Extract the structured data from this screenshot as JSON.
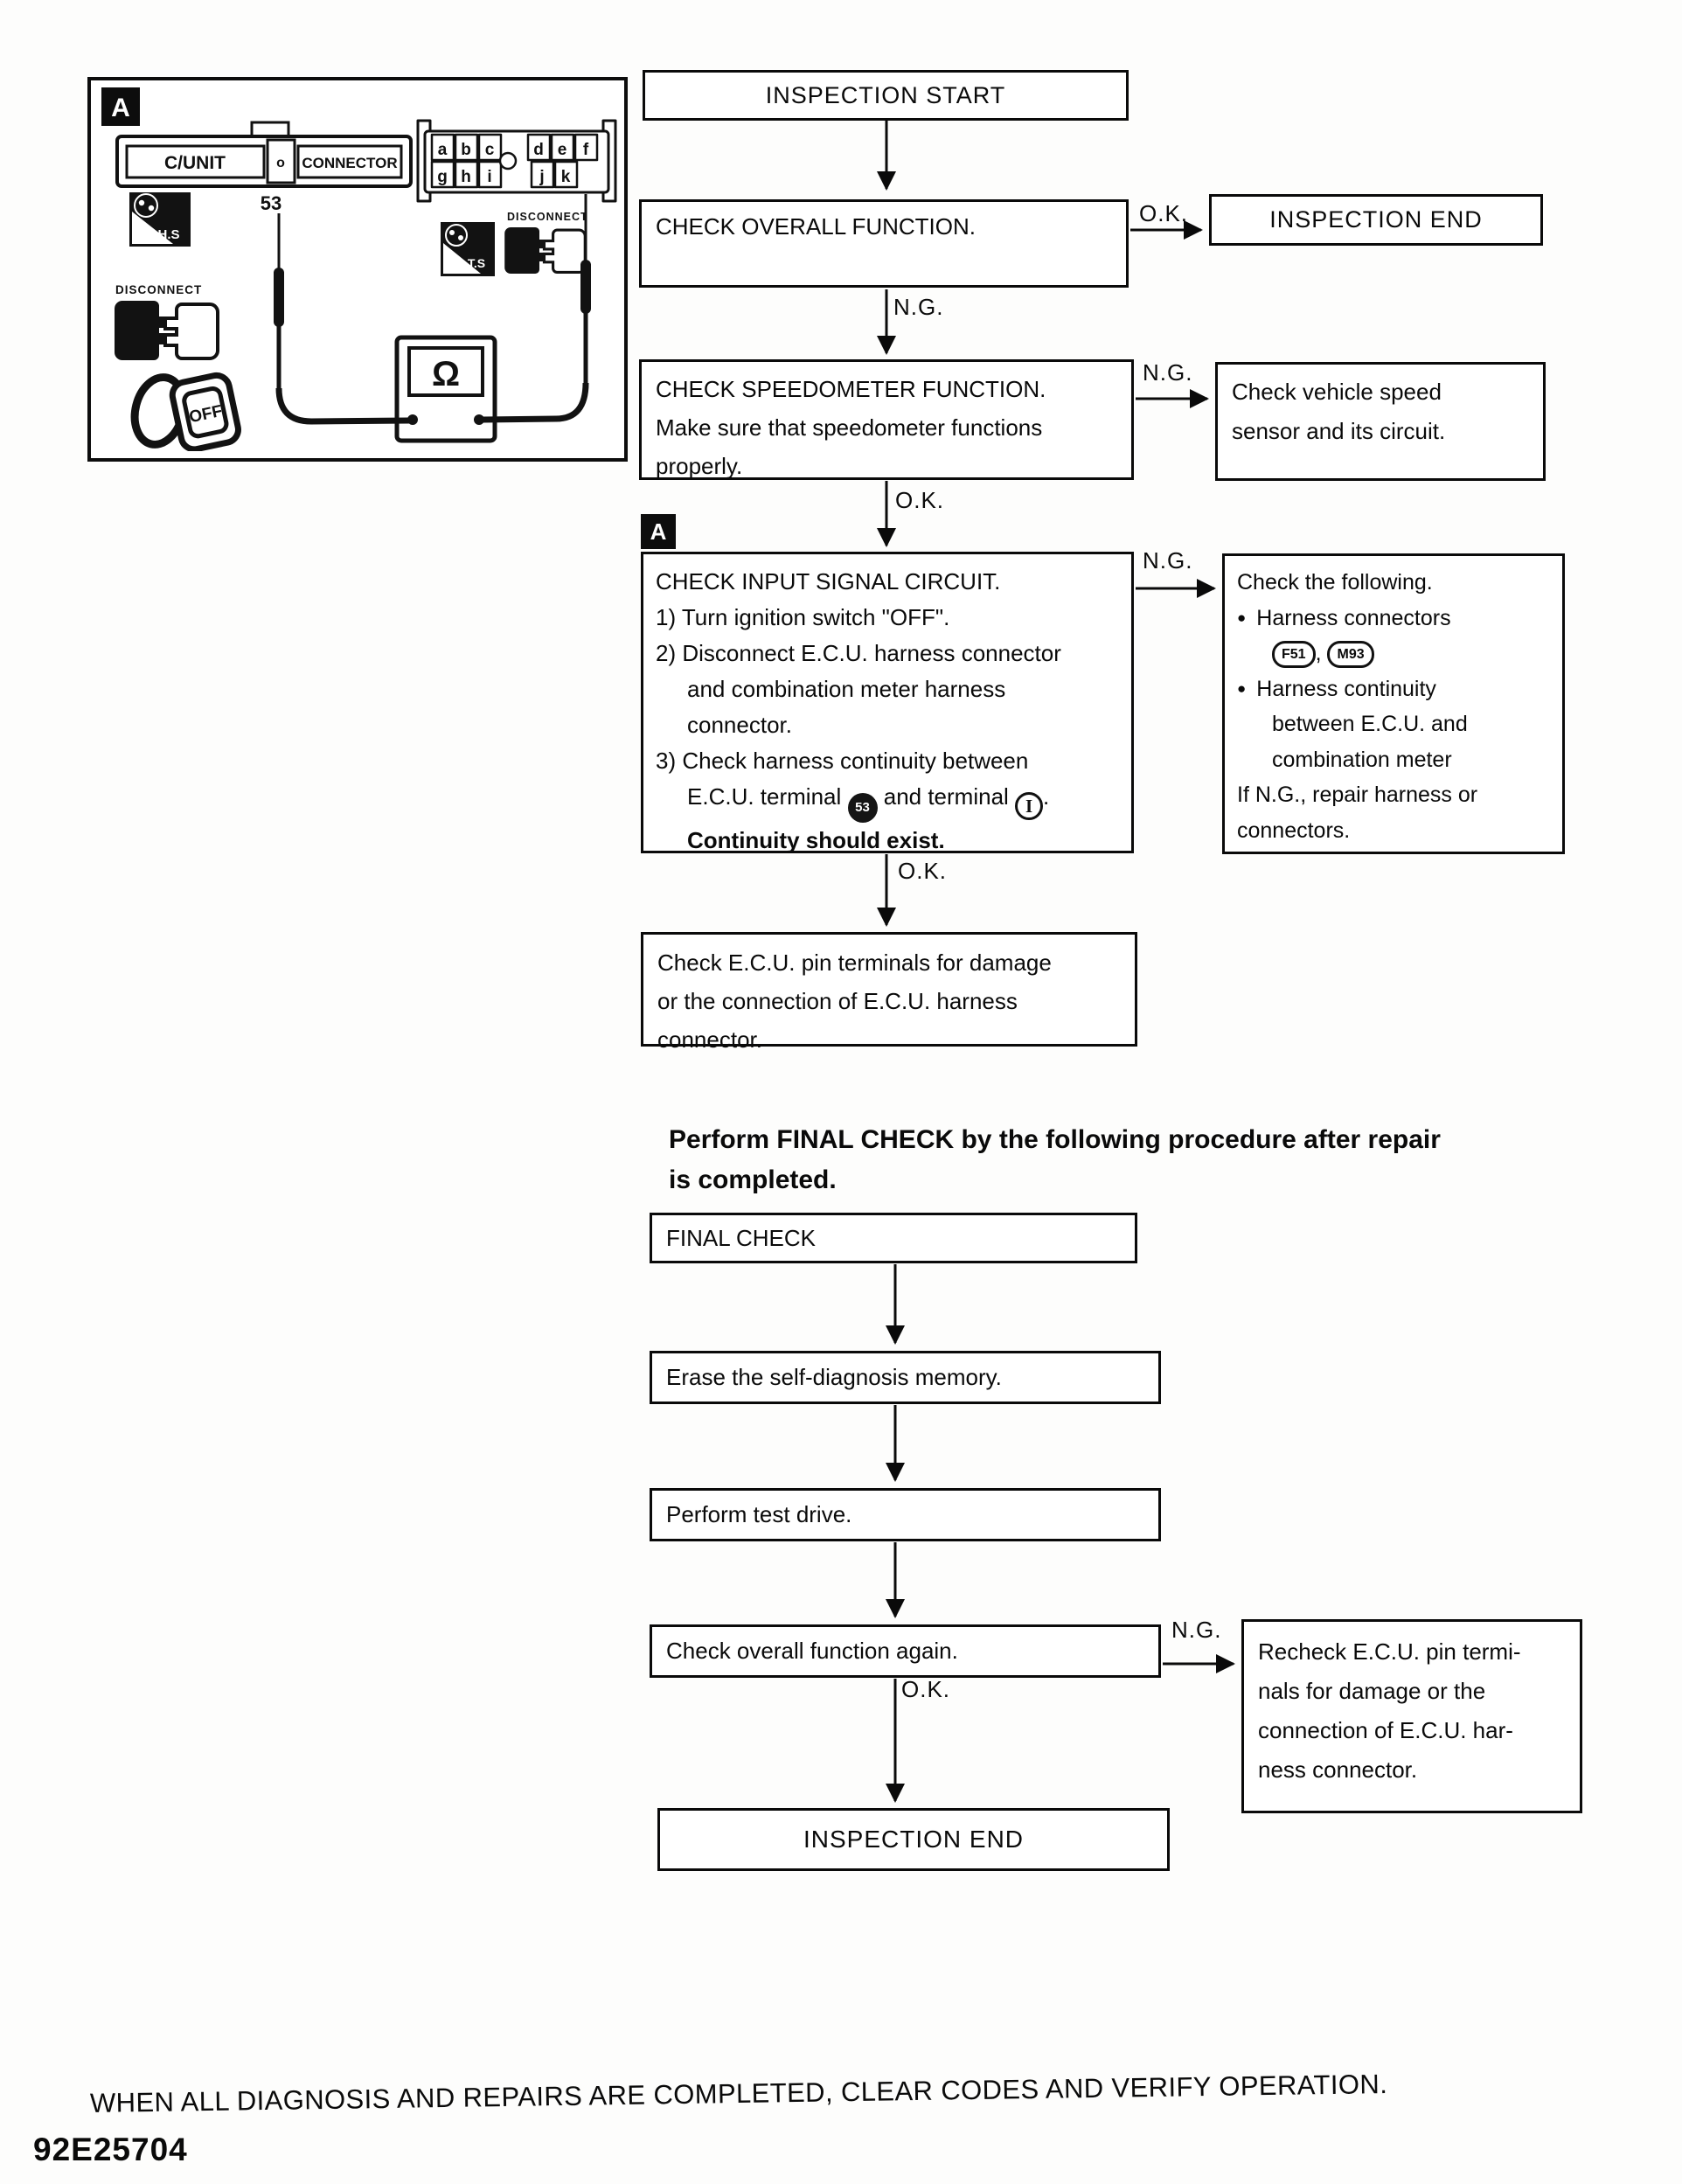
{
  "page": {
    "caption": "WHEN ALL DIAGNOSIS AND REPAIRS ARE COMPLETED, CLEAR CODES AND VERIFY OPERATION.",
    "code": "92E25704"
  },
  "labels": {
    "ok": "O.K.",
    "ng": "N.G."
  },
  "panel": {
    "badge": "A",
    "cunit": {
      "left": "C/UNIT",
      "port": "o",
      "right": "CONNECTOR",
      "pin": "53"
    },
    "hs": "H.S",
    "ts": "T.S",
    "disconnect": "DISCONNECT",
    "off": "OFF",
    "ohm": "Ω",
    "grid_top": [
      "a",
      "b",
      "c",
      "d",
      "e",
      "f"
    ],
    "grid_bottom": [
      "g",
      "h",
      "i",
      "j",
      "k"
    ]
  },
  "flow": {
    "badge": "A",
    "inspection_start": "INSPECTION START",
    "check_overall": "CHECK OVERALL FUNCTION.",
    "inspection_end_top": "INSPECTION END",
    "speedometer": {
      "l1": "CHECK SPEEDOMETER FUNCTION.",
      "l2": "Make sure that speedometer functions",
      "l3": "properly."
    },
    "vehicle_speed": {
      "l1": "Check vehicle speed",
      "l2": "sensor and its circuit."
    },
    "input_signal": {
      "l1": "CHECK INPUT SIGNAL CIRCUIT.",
      "l2": "1) Turn ignition switch \"OFF\".",
      "l3": "2) Disconnect E.C.U. harness connector",
      "l4": "and combination meter harness",
      "l5": "connector.",
      "l6": "3) Check harness continuity between",
      "t_pre": "E.C.U. terminal",
      "t1": "53",
      "t_mid": "and terminal",
      "t2": "I",
      "t_post": ".",
      "bold": "Continuity should exist."
    },
    "following": {
      "bullet": "●",
      "l1": "Check the following.",
      "b1": "Harness connectors",
      "p1": "F51",
      "comma": ",",
      "p2": "M93",
      "b2": "Harness continuity",
      "l3": "between E.C.U. and",
      "l4": "combination meter",
      "l5": "If N.G., repair harness or",
      "l6": "connectors."
    },
    "ecu_pins": {
      "l1": "Check E.C.U. pin terminals for damage",
      "l2": "or the connection of E.C.U. harness",
      "l3": "connector."
    },
    "heading_l1": "Perform FINAL CHECK by the following procedure after repair",
    "heading_l2": "is completed.",
    "final_check": "FINAL CHECK",
    "erase": "Erase the self-diagnosis memory.",
    "test_drive": "Perform test drive.",
    "check_again": "Check overall function again.",
    "recheck": {
      "l1": "Recheck E.C.U. pin termi-",
      "l2": "nals for damage or the",
      "l3": "connection of E.C.U. har-",
      "l4": "ness connector."
    },
    "inspection_end_bottom": "INSPECTION END"
  }
}
